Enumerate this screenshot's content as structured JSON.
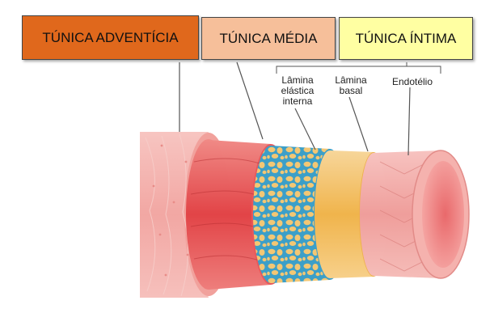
{
  "labels": {
    "tunica_adventicia": "TÚNICA ADVENTÍCIA",
    "tunica_media": "TÚNICA MÉDIA",
    "tunica_intima": "TÚNICA ÍNTIMA",
    "lamina_elastica_interna": [
      "Lâmina",
      "elástica",
      "interna"
    ],
    "lamina_basal": [
      "Lâmina",
      "basal"
    ],
    "endotelio": "Endotélio"
  },
  "colors": {
    "adventicia_box": "#e0681c",
    "media_box": "#f6bf9a",
    "intima_box": "#ffffa2",
    "adventitia_layer": "#f4b4b0",
    "media_layer": "#e5484a",
    "elastic_lamina_bg": "#f6c87a",
    "elastic_lamina_cells": "#3c9fc8",
    "basal_lamina": "#f6c060",
    "endothelium": "#f3a7a4"
  }
}
